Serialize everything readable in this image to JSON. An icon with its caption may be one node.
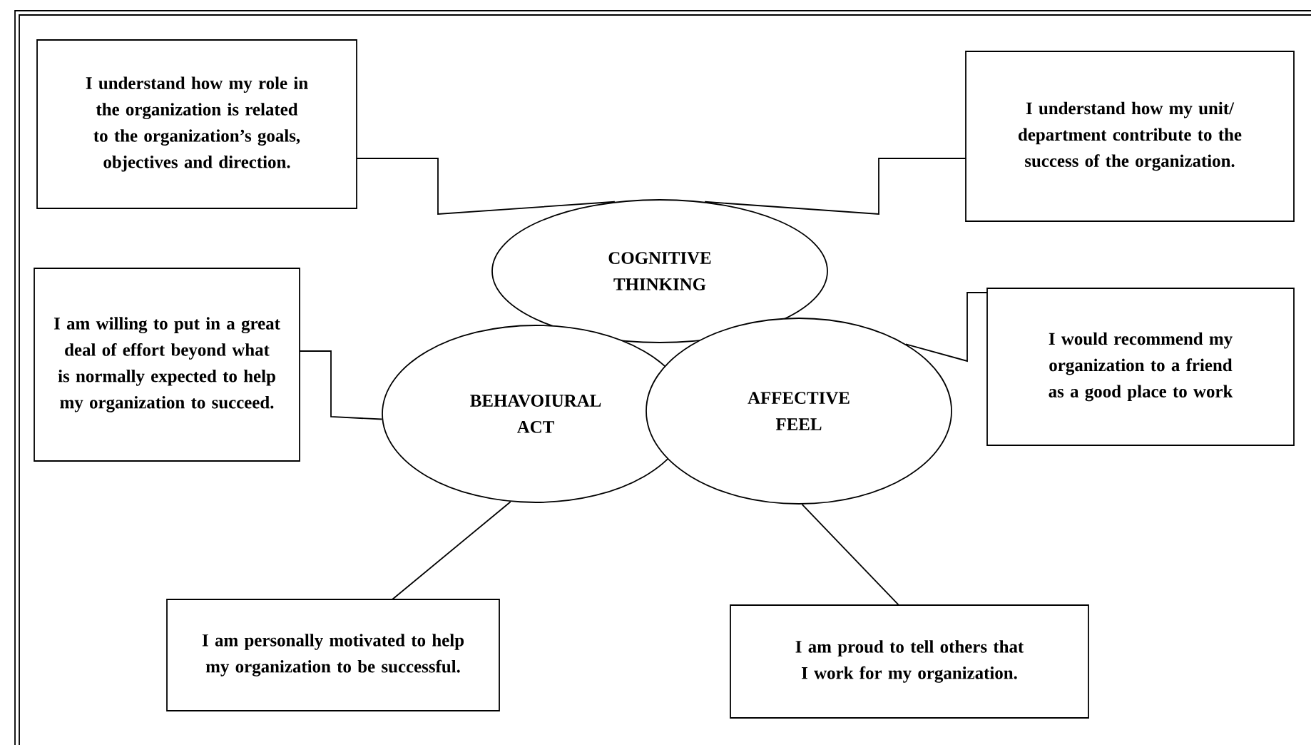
{
  "diagram": {
    "nodes": [
      {
        "text": [
          "I understand how my role in the organization is related to the organization’s goals, objectives and direction."
        ]
      },
      {
        "text": [
          "I understand how my unit/ department contribute to the success of the organization."
        ]
      },
      {
        "text": [
          "COGNITIVE THINKING"
        ]
      },
      {
        "text": [
          "I am willing to put in a great deal of effort beyond what is normally expected to help my organization to succeed."
        ]
      },
      {
        "text": [
          "I would recommend my organization to a friend as a good place to work"
        ]
      },
      {
        "text": [
          "BEHAVOIURAL ACT"
        ]
      },
      {
        "text": [
          "AFFECTIVE FEEL"
        ]
      },
      {
        "text": [
          "I am personally motivated to help my organization to be successful."
        ]
      },
      {
        "text": [
          "I am proud to tell others that I work for my organization."
        ]
      }
    ],
    "edges": [
      {
        "from": 0,
        "to": 2,
        "arrow": "none"
      },
      {
        "from": 1,
        "to": 2,
        "arrow": "none"
      },
      {
        "from": 3,
        "to": 5,
        "arrow": "none"
      },
      {
        "from": 4,
        "to": 6,
        "arrow": "none"
      },
      {
        "from": 5,
        "to": 7,
        "arrow": "none"
      },
      {
        "from": 6,
        "to": 8,
        "arrow": "none"
      }
    ]
  }
}
